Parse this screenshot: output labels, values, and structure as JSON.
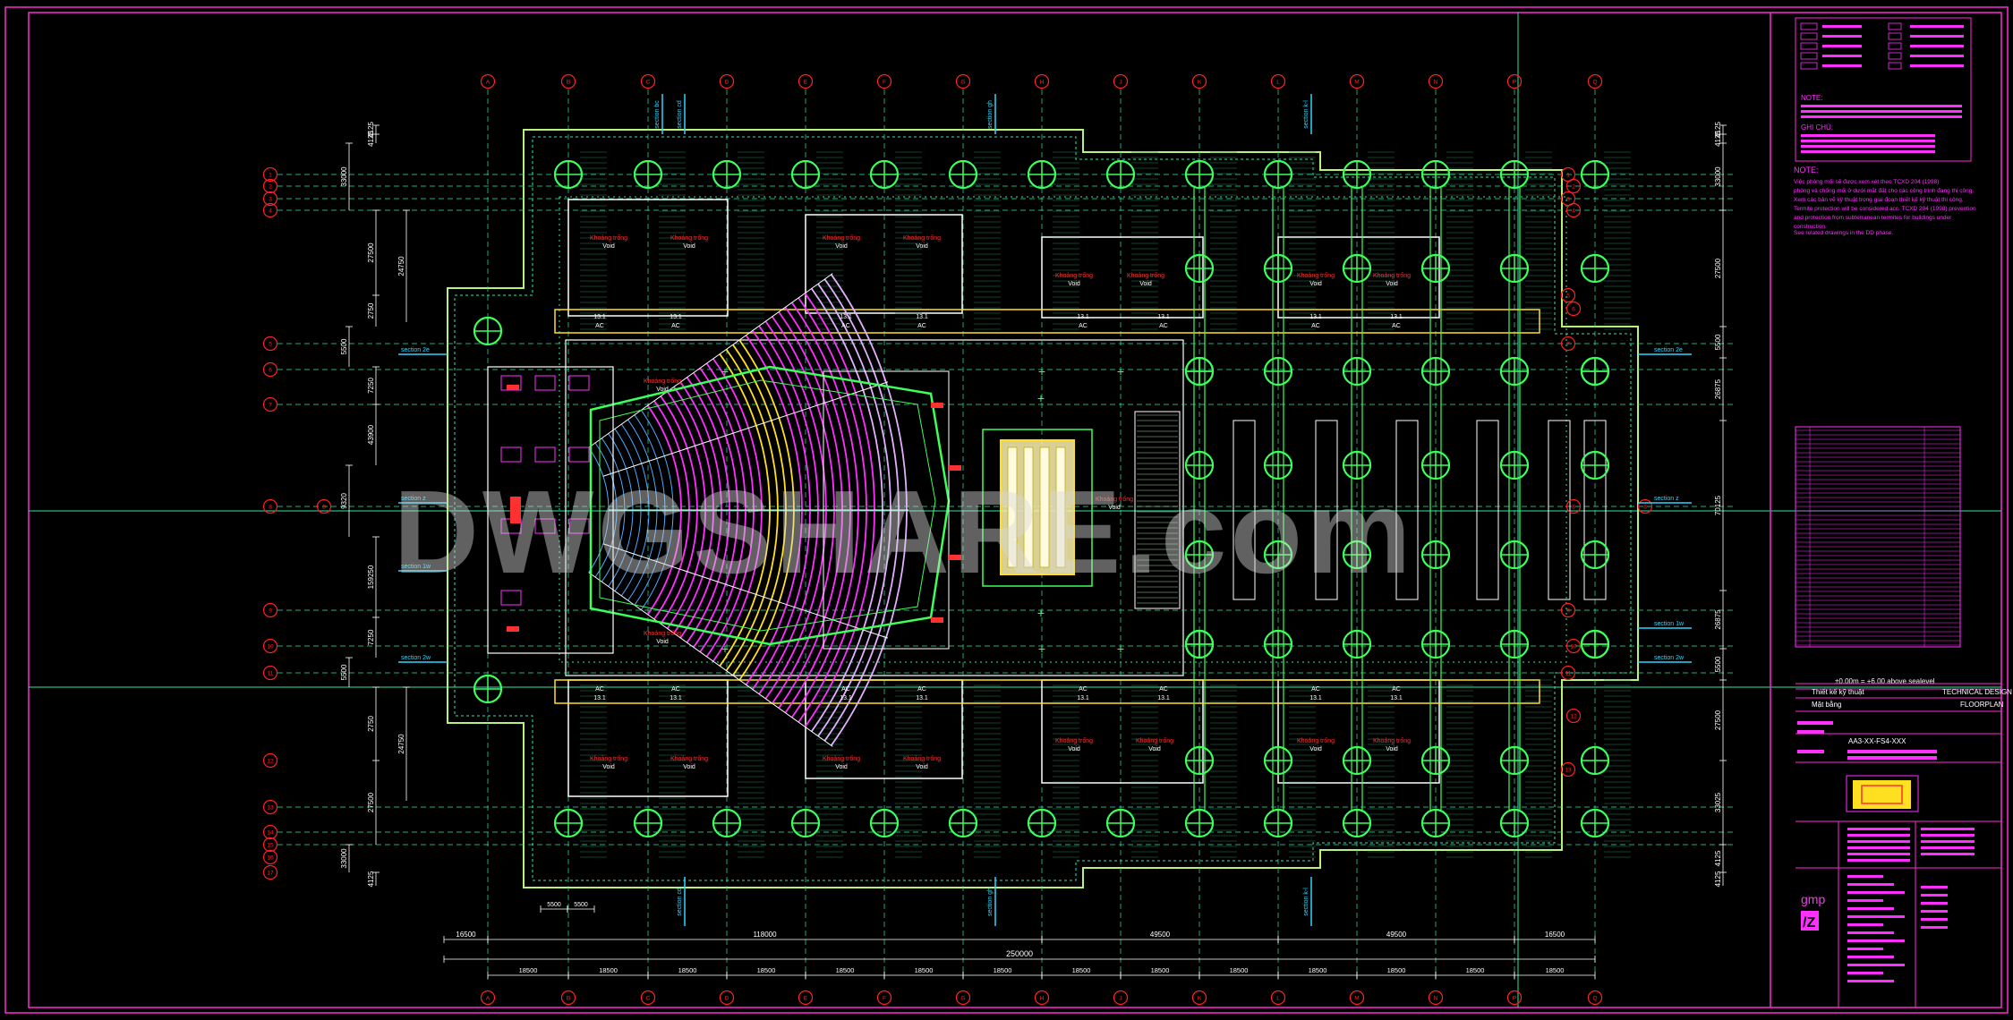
{
  "colors": {
    "frame": "#ff2bd6",
    "grid": "#2fe6a0",
    "axis_bubble": "#ff2020",
    "dim": "#ffffff",
    "section": "#2fd6ff",
    "column": "#3cff5a",
    "yellow": "#ffe020",
    "magenta": "#ff30ff",
    "red_text": "#ff3030",
    "watermark": "#d8d8d8",
    "wall": "#b9f27a"
  },
  "top_axes": [
    "A",
    "B",
    "C",
    "D",
    "E",
    "F",
    "G",
    "H",
    "J",
    "K",
    "L",
    "M",
    "N",
    "P",
    "Q"
  ],
  "left_axes": [
    "1",
    "2",
    "3",
    "4",
    "5",
    "6",
    "7",
    "8",
    "9",
    "10",
    "11",
    "12",
    "13",
    "14",
    "15",
    "16",
    "17"
  ],
  "bottom_axes": [
    "A",
    "B",
    "C",
    "D",
    "E",
    "F",
    "G",
    "H",
    "J",
    "K",
    "L",
    "M",
    "N",
    "P",
    "Q"
  ],
  "dims": {
    "bottom_row1": [
      "18500",
      "18500",
      "18500",
      "18500",
      "18500",
      "18500",
      "18500",
      "18500",
      "18500",
      "18500",
      "18500",
      "18500",
      "18500",
      "18500"
    ],
    "bottom_segments": [
      "16500",
      "118000",
      "49500",
      "49500",
      "16500"
    ],
    "bottom_total": "250000",
    "bottom_small": [
      "5500",
      "5500"
    ],
    "left_outer": [
      "4125",
      "4125",
      "33000",
      "27500",
      "2750",
      "5500",
      "7250",
      "43900",
      "9320",
      "159250",
      "7250",
      "5500",
      "2750",
      "27500",
      "33000",
      "4125",
      "4125"
    ],
    "left_inner": [
      "24750",
      "24750"
    ],
    "right_outer": [
      "4125",
      "4125",
      "33000",
      "27500",
      "5500",
      "26875",
      "70125",
      "26875",
      "5500",
      "27500",
      "33025",
      "4125",
      "4125"
    ]
  },
  "sections": {
    "top": [
      "section bc",
      "section cd",
      "section gh",
      "section k-l"
    ],
    "bottom": [
      "section cd",
      "section gh",
      "section k-l"
    ],
    "left": [
      "section 2e",
      "section z",
      "section 1w",
      "section 2w"
    ],
    "right": [
      "section 2e",
      "section z",
      "section 1w",
      "section 2w"
    ]
  },
  "labels": {
    "void_vn": "Khoảng trống",
    "void_en": "Void",
    "ac_code": "13.1",
    "ac": "AC",
    "watermark": "DWGSHARE.com",
    "level": "±0.00m = +6.00 above sealevel"
  },
  "title_block": {
    "legend_note": "NOTE:",
    "legend_ghichu": "GHI CHÚ:",
    "note_title": "NOTE:",
    "note_lines": [
      "Việc phòng mối sẽ được xem xét theo TCXD 204 (1998)",
      "phòng và chống mối ở dưới mặt đất cho các công trình đang thi công.",
      "Xem các bản vẽ kỹ thuật trong giai đoạn thiết kế kỹ thuật thi công.",
      "Termite protection will be considered acc. TCXD 204 (1998) prevention",
      "and protection from subterranean termites for buildings under",
      "construction.",
      "See related drawings in the DD phase."
    ],
    "stage_vn": "Thiết kế kỹ thuật",
    "stage_en": "TECHNICAL DESIGN",
    "drawing_vn": "Mặt bằng",
    "drawing_en": "FLOORPLAN",
    "drawing_no": "AA3-XX-FS4-XXX",
    "logo": "gmp"
  }
}
